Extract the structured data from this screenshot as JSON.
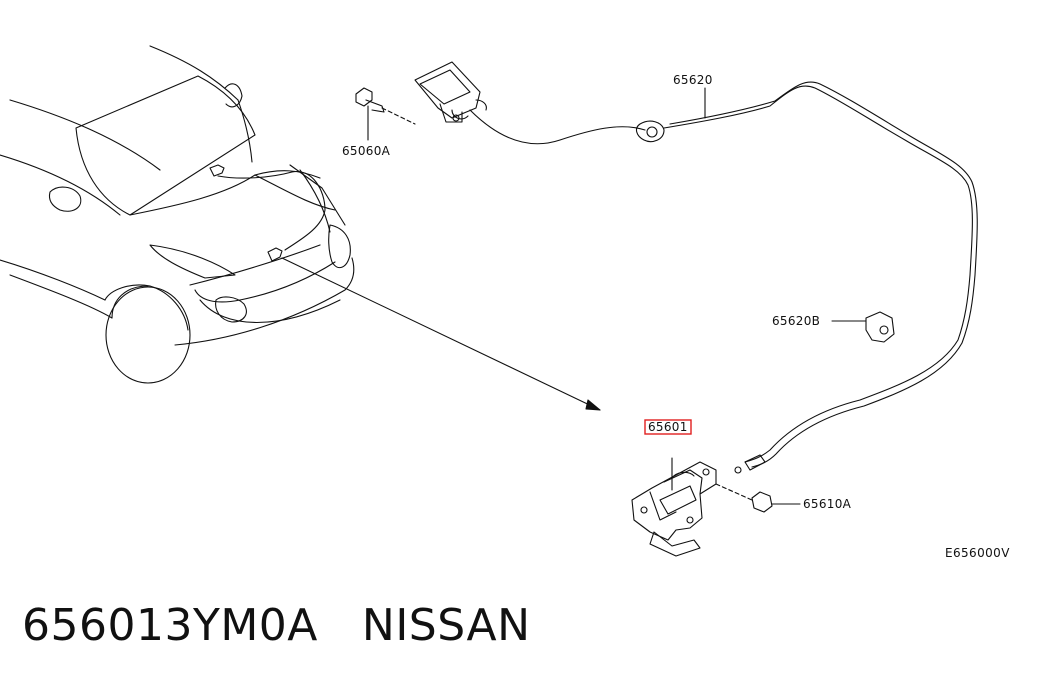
{
  "diagram": {
    "parts": [
      {
        "part_no": "65620",
        "description": "hood lock control cable"
      },
      {
        "part_no": "65060A",
        "description": "bolt"
      },
      {
        "part_no": "65620B",
        "description": "cable clip"
      },
      {
        "part_no": "65601",
        "description": "hood lock assembly",
        "highlighted": true
      },
      {
        "part_no": "65610A",
        "description": "bolt"
      }
    ],
    "reference_code": "E656000V",
    "highlight_color": "#e02020"
  },
  "caption": {
    "part_number": "656013YM0A",
    "brand": "NISSAN"
  }
}
